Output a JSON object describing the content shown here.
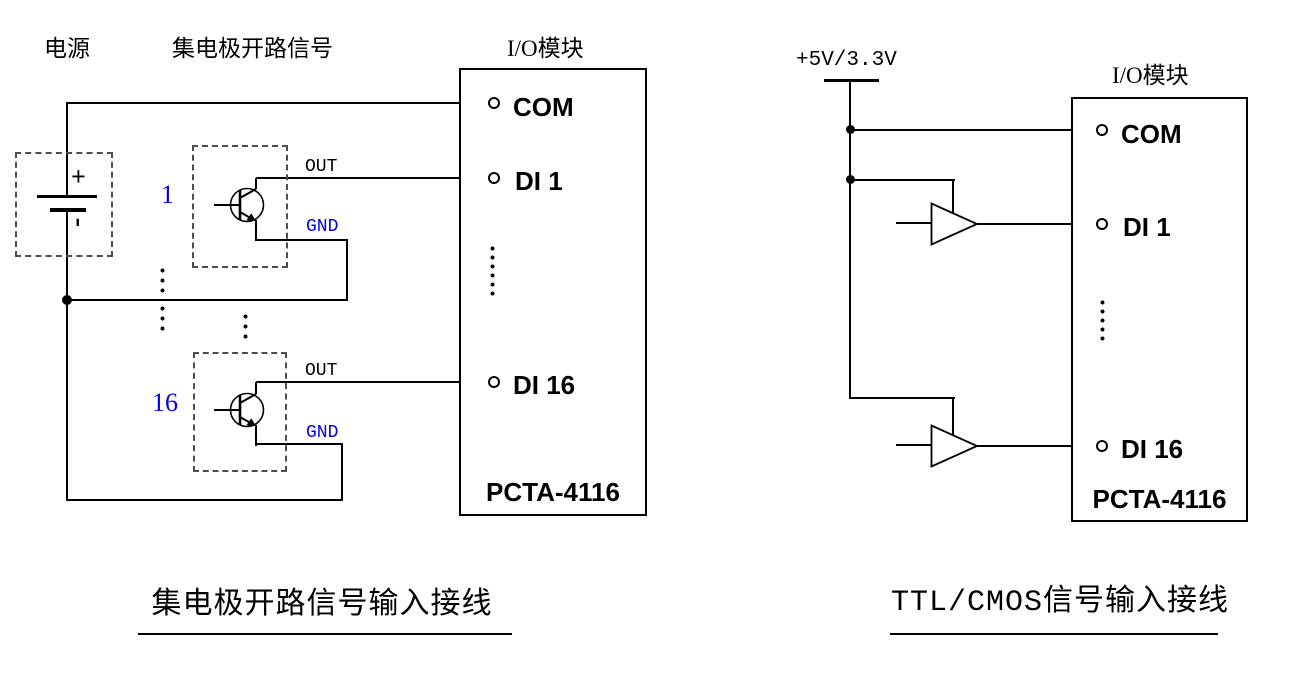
{
  "left": {
    "title_power": "电源",
    "title_signal": "集电极开路信号",
    "title_module": "I/O模块",
    "terminals": {
      "com": "COM",
      "di1": "DI 1",
      "di16": "DI 16"
    },
    "model": "PCTA-4116",
    "wire_labels": {
      "out": "OUT",
      "gnd": "GND"
    },
    "channels": {
      "first": "1",
      "last": "16"
    },
    "battery": {
      "plus": "+",
      "minus": "-"
    },
    "caption": "集电极开路信号输入接线"
  },
  "right": {
    "supply": "+5V/3.3V",
    "title_module": "I/O模块",
    "terminals": {
      "com": "COM",
      "di1": "DI 1",
      "di16": "DI 16"
    },
    "model": "PCTA-4116",
    "caption": "TTL/CMOS信号输入接线"
  },
  "colors": {
    "line": "#000000",
    "accent_blue": "#0000ee",
    "background": "#ffffff"
  }
}
